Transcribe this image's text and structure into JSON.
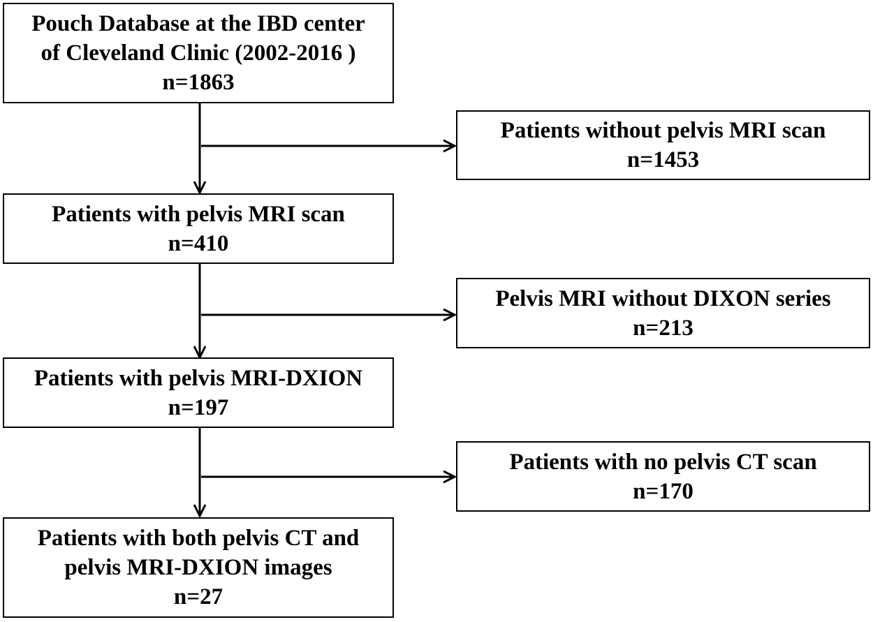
{
  "boxes": {
    "database": {
      "lines": [
        "Pouch Database at the IBD center",
        "of Cleveland Clinic (2002-2016 )",
        "n=1863"
      ]
    },
    "no_mri": {
      "lines": [
        "Patients without pelvis MRI scan",
        "n=1453"
      ]
    },
    "with_mri": {
      "lines": [
        "Patients with pelvis MRI scan",
        "n=410"
      ]
    },
    "no_dixon": {
      "lines": [
        "Pelvis MRI without DIXON series",
        "n=213"
      ]
    },
    "with_dxion": {
      "lines": [
        "Patients with pelvis MRI-DXION",
        "n=197"
      ]
    },
    "no_ct": {
      "lines": [
        "Patients with no pelvis CT scan",
        "n=170"
      ]
    },
    "both": {
      "lines": [
        "Patients with both pelvis CT and",
        "pelvis MRI-DXION images",
        "n=27"
      ]
    }
  },
  "colors": {
    "line": "#000000",
    "background": "#ffffff"
  }
}
